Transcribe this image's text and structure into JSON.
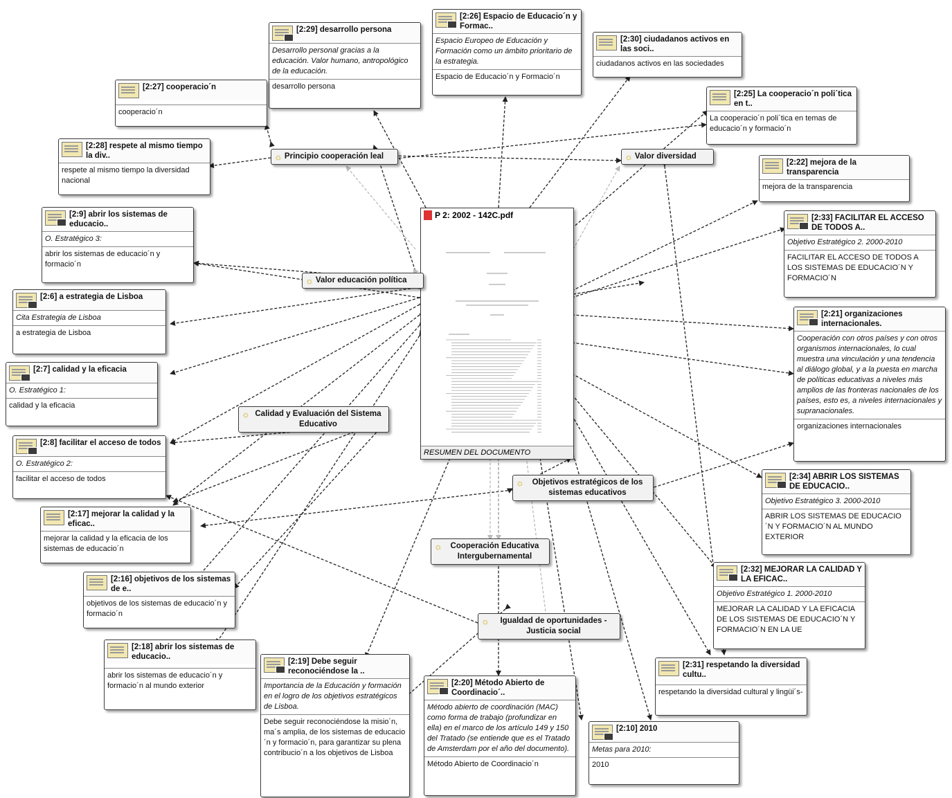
{
  "document": {
    "title": "P 2: 2002 - 142C.pdf",
    "footer": "RESUMEN DEL DOCUMENTO"
  },
  "codes": {
    "cooperacion_leal": "Principio cooperación leal",
    "valor_diversidad": "Valor diversidad",
    "valor_educacion_politica": "Valor educación política",
    "calidad_evaluacion": "Calidad y Evaluación del Sistema Educativo",
    "objetivos_estrategicos": "Objetivos estratégicos de los sistemas educativos",
    "cooperacion_intergub": "Cooperación Educativa Intergubernamental",
    "igualdad": "Igualdad de oportunidades - Justicia social"
  },
  "quotes": {
    "q2_29": {
      "title": "[2:29] desarrollo persona",
      "quote": "Desarrollo personal gracias a la educación. Valor humano, antropológico de la educación.",
      "code": "desarrollo persona"
    },
    "q2_26": {
      "title": "[2:26] Espacio de Educacio´n y Formac..",
      "quote": "Espacio Europeo de Educación y Formación como un ámbito prioritario de la estrategia.",
      "code": "Espacio de Educacio´n y Formacio´n"
    },
    "q2_30": {
      "title": "[2:30] ciudadanos activos en las soci..",
      "code": "ciudadanos activos en las sociedades"
    },
    "q2_27": {
      "title": "[2:27] cooperacio´n",
      "code": "cooperacio´n"
    },
    "q2_25": {
      "title": "[2:25] La cooperacio´n poli´tica en t..",
      "code": "La cooperacio´n poli´tica en temas de educacio´n y formacio´n"
    },
    "q2_28": {
      "title": "[2:28] respete al mismo tiempo la div..",
      "code": "respete al mismo tiempo la diversidad nacional"
    },
    "q2_22": {
      "title": "[2:22] mejora de la transparencia",
      "code": "mejora de la transparencia"
    },
    "q2_9": {
      "title": "[2:9] abrir los sistemas de educacio..",
      "quote": "O. Estratégico 3:",
      "code": "abrir los sistemas de educacio´n y formacio´n"
    },
    "q2_33": {
      "title": "[2:33] FACILITAR EL ACCESO DE TODOS A..",
      "quote": "Objetivo Estratégico 2. 2000-2010",
      "code": "FACILITAR EL ACCESO DE TODOS A LOS SISTEMAS DE EDUCACIO´N Y FORMACIO´N"
    },
    "q2_6": {
      "title": "[2:6] a estrategia de Lisboa",
      "quote": "Cita Estrategia de Lisboa",
      "code": "a estrategia de Lisboa"
    },
    "q2_21": {
      "title": "[2:21] organizaciones internacionales.",
      "quote": "Cooperación con otros países y con otros organismos internacionales, lo cual muestra una vinculación y una tendencia al diálogo global, y a la puesta en marcha de políticas educativas a niveles más amplios de las fronteras nacionales de los países, esto es, a niveles internacionales y supranacionales.",
      "code": "organizaciones internacionales"
    },
    "q2_7": {
      "title": "[2:7] calidad y la eficacia",
      "quote": "O. Estratégico 1:",
      "code": "calidad y la eficacia"
    },
    "q2_8": {
      "title": "[2:8] facilitar el acceso de todos",
      "quote": "O. Estratégico 2:",
      "code": "facilitar el acceso de todos"
    },
    "q2_34": {
      "title": "[2:34] ABRIR LOS SISTEMAS DE EDUCACIO..",
      "quote": "Objetivo Estratégico 3. 2000-2010",
      "code": "ABRIR LOS SISTEMAS DE EDUCACIO´N Y FORMACIO´N AL MUNDO EXTERIOR"
    },
    "q2_17": {
      "title": "[2:17] mejorar la calidad y la eficac..",
      "code": "mejorar la calidad y la eficacia de los sistemas de educacio´n"
    },
    "q2_16": {
      "title": "[2:16] objetivos de los sistemas de e..",
      "code": "objetivos de los sistemas de educacio´n y formacio´n"
    },
    "q2_32": {
      "title": "[2:32] MEJORAR LA CALIDAD Y LA EFICAC..",
      "quote": "Objetivo Estratégico 1. 2000-2010",
      "code": "MEJORAR LA CALIDAD Y LA EFICACIA DE LOS SISTEMAS DE EDUCACIO´N Y FORMACIO´N EN LA UE"
    },
    "q2_18": {
      "title": "[2:18] abrir los sistemas de educacio..",
      "code": "abrir los sistemas de educacio´n y formacio´n al mundo exterior"
    },
    "q2_19": {
      "title": "[2:19] Debe seguir reconociéndose la ..",
      "quote": "Importancia de la Educación y formación en el logro de los objetivos estratégicos de Lisboa.",
      "code": "Debe seguir reconociéndose la misio´n, ma´s amplia, de los sistemas de educacio´n y formacio´n, para garantizar su plena contribucio´n a los objetivos de Lisboa"
    },
    "q2_20": {
      "title": "[2:20] Método Abierto de Coordinacio´..",
      "quote": "Método abierto de coordinación (MAC) como forma de trabajo (profundizar en ella) en el marco de los artículo 149 y 150 del Tratado (se entiende que es el Tratado de Amsterdam por el año del documento).",
      "code": "Método Abierto de Coordinacio´n"
    },
    "q2_31": {
      "title": "[2:31] respetando la diversidad cultu..",
      "code": "respetando la diversidad cultural y lingüi´s-"
    },
    "q2_10": {
      "title": "[2:10] 2010",
      "quote": "Metas para 2010:",
      "code": "2010"
    }
  }
}
